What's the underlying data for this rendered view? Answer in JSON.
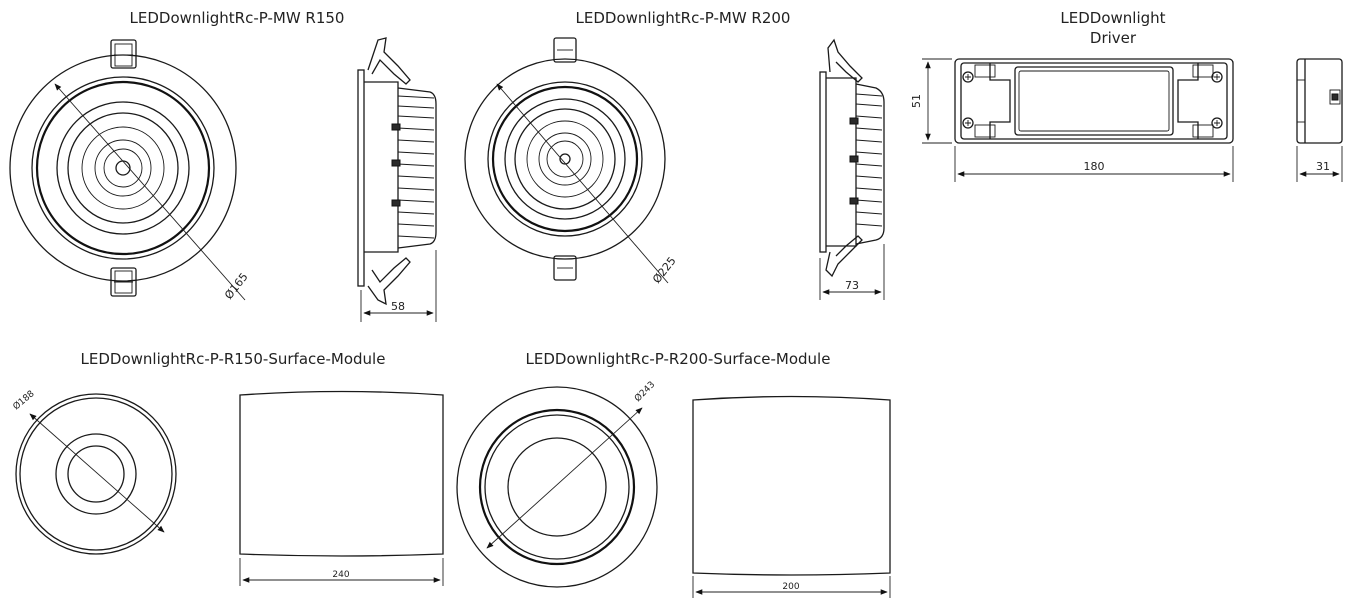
{
  "titles": {
    "r150": "LEDDownlightRc-P-MW R150",
    "r200": "LEDDownlightRc-P-MW R200",
    "driver_line1": "LEDDownlight",
    "driver_line2": "Driver",
    "r150_surface": "LEDDownlightRc-P-R150-Surface-Module",
    "r200_surface": "LEDDownlightRc-P-R200-Surface-Module"
  },
  "dimensions": {
    "r150_diameter": "Ø165",
    "r150_depth": "58",
    "r200_diameter": "Ø225",
    "r200_depth": "73",
    "driver_height": "51",
    "driver_length": "180",
    "driver_depth": "31",
    "r150_surface_diameter": "Ø188",
    "r150_surface_width": "240",
    "r200_surface_diameter": "Ø243",
    "r200_surface_width": "200"
  }
}
